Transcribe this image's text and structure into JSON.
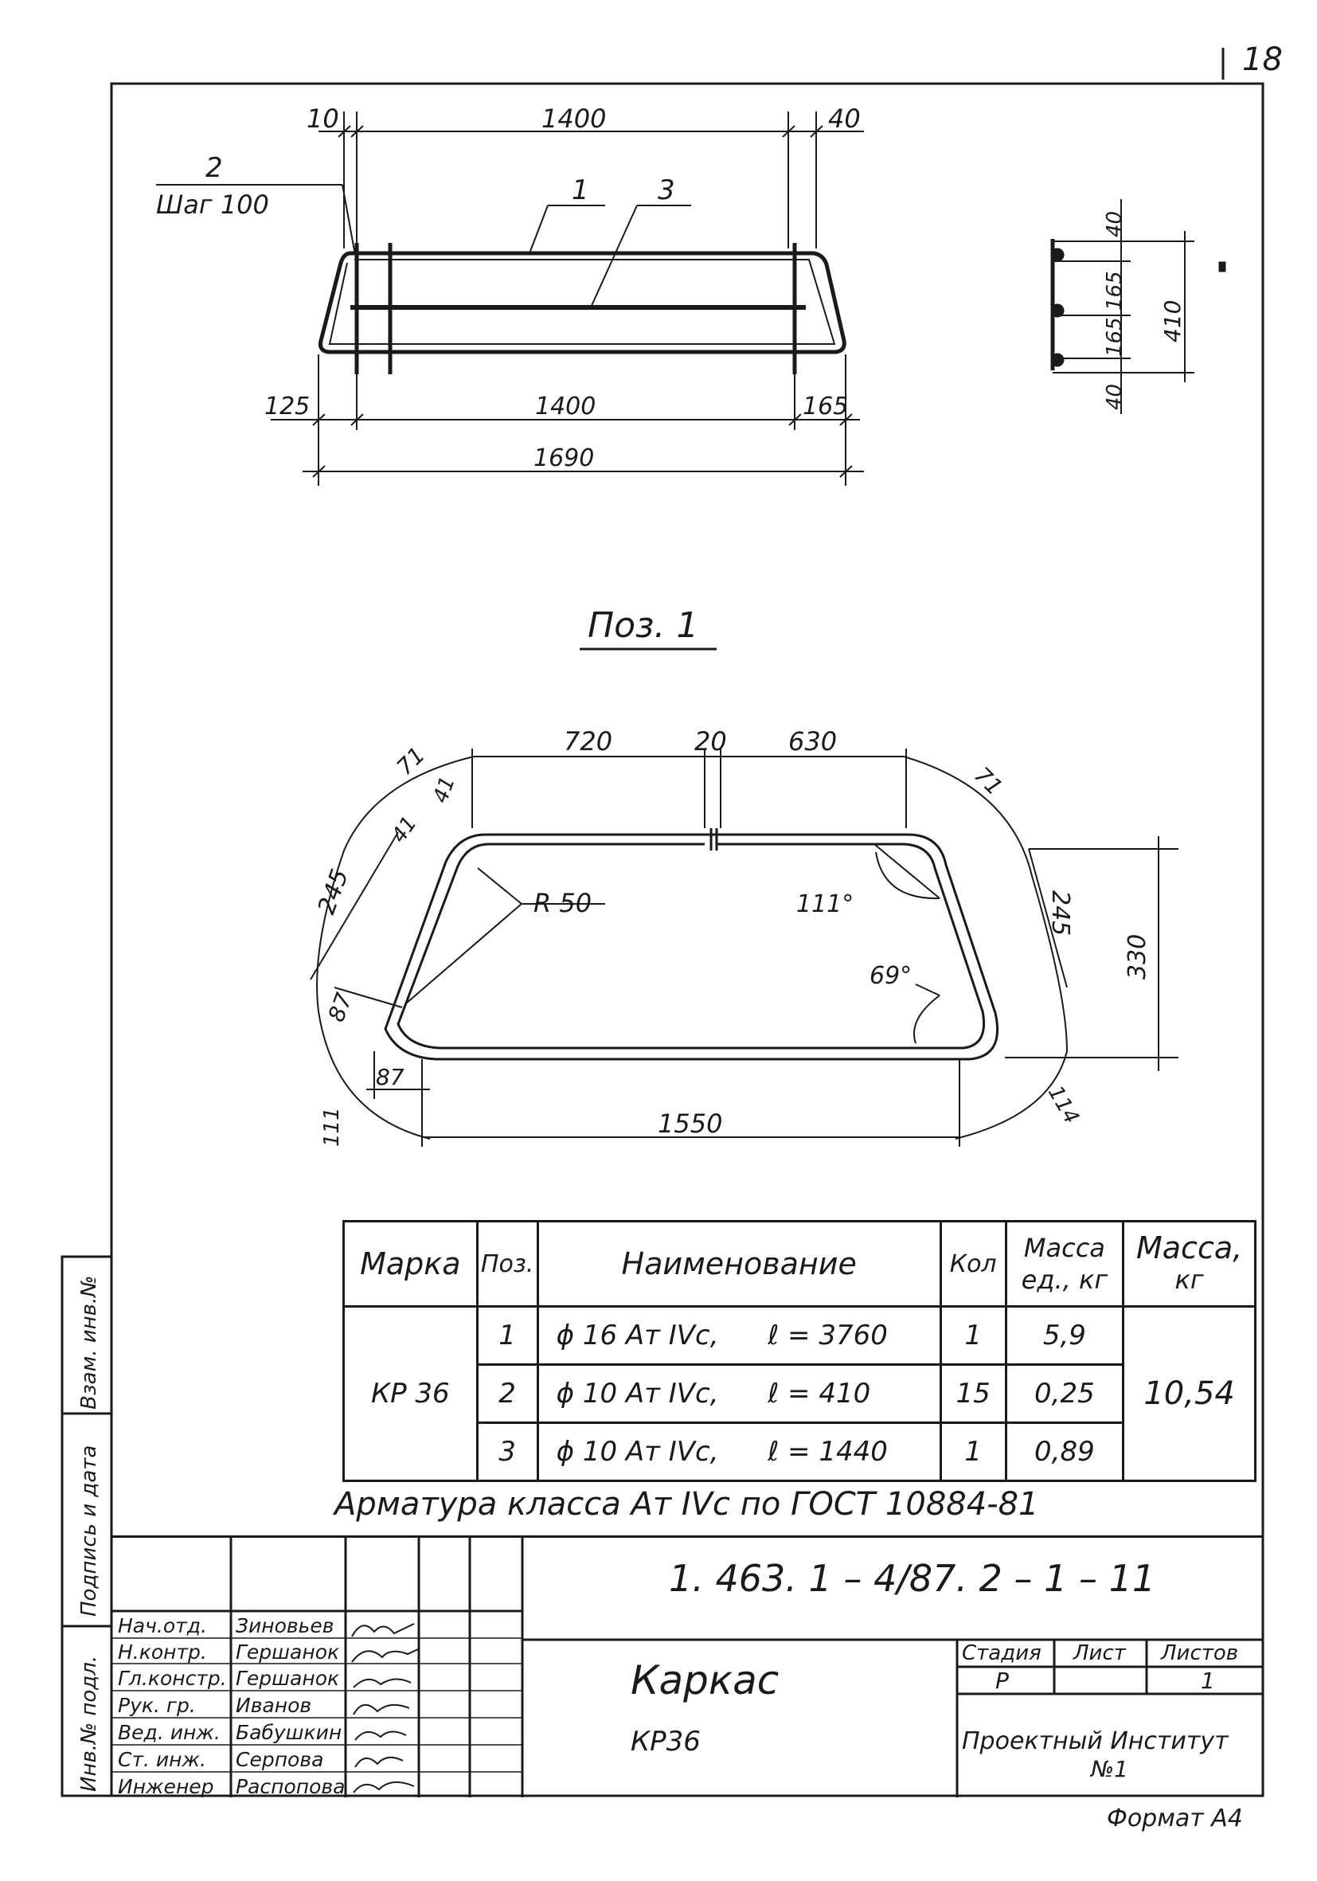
{
  "sheet": {
    "page_number": "18",
    "format": "Формат А4",
    "side_stamp": {
      "inv_no": "Инв.№ подл.",
      "signature": "Подпись и дата",
      "replace": "Взам. инв.№"
    }
  },
  "drawing1": {
    "dims_top": [
      "10",
      "1400",
      "40"
    ],
    "dims_bottom": [
      "125",
      "1400",
      "165"
    ],
    "total": "1690",
    "leader_2_num": "2",
    "leader_2_text": "Шаг 100",
    "leader_1": "1",
    "leader_3": "3",
    "section_dims": [
      "40",
      "165",
      "165",
      "40",
      "410"
    ]
  },
  "drawing2": {
    "title": "Поз. 1",
    "dims": {
      "top_left": "720",
      "gap": "20",
      "top_right": "630",
      "c71_left": "71",
      "c71_right": "71",
      "d41a": "41",
      "d41b": "41",
      "d245_left": "245",
      "d245_right": "245",
      "radius": "R 50",
      "angle_111": "111°",
      "angle_69": "69°",
      "height": "330",
      "d87_left": "87",
      "d87_bottom": "87",
      "bottom": "1550",
      "c111": "111",
      "c114": "114"
    }
  },
  "table": {
    "headers": [
      "Марка",
      "Поз.",
      "Наименование",
      "Кол",
      "Масса ед., кг",
      "Масса, кг"
    ],
    "header_mass_unit_1": "Масса",
    "header_mass_unit_2": "ед., кг",
    "header_mass_1": "Масса,",
    "header_mass_2": "кг",
    "mark": "КР 36",
    "total_mass": "10,54",
    "rows": [
      {
        "pos": "1",
        "name": "ϕ 16 Ат IVс,",
        "len": "ℓ = 3760",
        "qty": "1",
        "mass": "5,9"
      },
      {
        "pos": "2",
        "name": "ϕ 10 Ат IVс,",
        "len": "ℓ = 410",
        "qty": "15",
        "mass": "0,25"
      },
      {
        "pos": "3",
        "name": "ϕ 10 Ат IVс,",
        "len": "ℓ = 1440",
        "qty": "1",
        "mass": "0,89"
      }
    ],
    "note": "Арматура класса Ат IVс по ГОСТ 10884-81"
  },
  "title_block": {
    "code": "1. 463. 1 – 4/87. 2 – 1 – 11",
    "name": "Каркас",
    "mark": "КР36",
    "stage_label": "Стадия",
    "sheet_label": "Лист",
    "sheets_label": "Листов",
    "stage": "Р",
    "sheet": "",
    "sheets": "1",
    "org_line1": "Проектный Институт",
    "org_line2": "№1",
    "people": [
      {
        "role": "Нач.отд.",
        "name": "Зиновьев"
      },
      {
        "role": "Н.контр.",
        "name": "Гершанок"
      },
      {
        "role": "Гл.констр.",
        "name": "Гершанок"
      },
      {
        "role": "Рук. гр.",
        "name": "Иванов"
      },
      {
        "role": "Вед. инж.",
        "name": "Бабушкин"
      },
      {
        "role": "Ст. инж.",
        "name": "Серпова"
      },
      {
        "role": "Инженер",
        "name": "Распопова"
      }
    ]
  }
}
